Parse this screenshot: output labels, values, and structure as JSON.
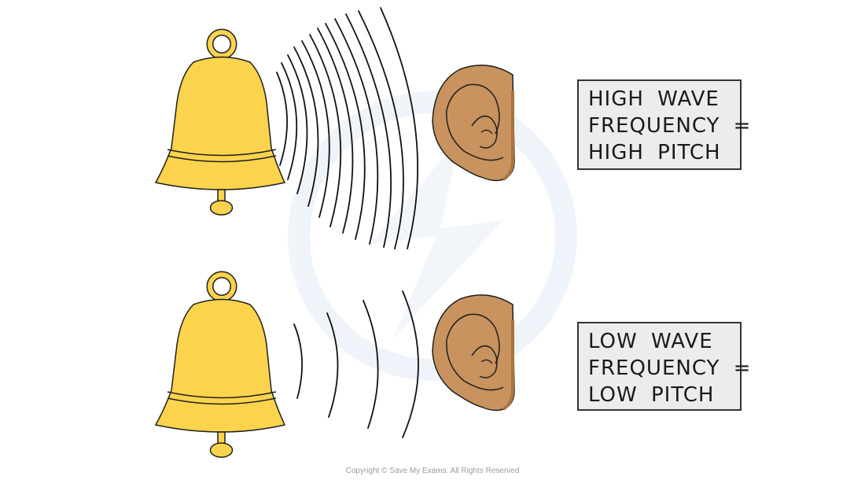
{
  "colors": {
    "bell_fill": "#fcd34d",
    "bell_stroke": "#1f1f1f",
    "ear_fill": "#c8935f",
    "ear_shadow": "#a9743f",
    "wave_stroke": "#111111",
    "box_fill": "#ececec",
    "watermark": "#e3ecf6"
  },
  "high_example": {
    "label_lines": [
      "HIGH WAVE",
      "FREQUENCY =",
      "HIGH PITCH"
    ]
  },
  "low_example": {
    "label_lines": [
      "LOW WAVE",
      "FREQUENCY =",
      "LOW PITCH"
    ]
  },
  "footer": {
    "copyright": "Copyright © Save My Exams. All Rights Reserved"
  }
}
